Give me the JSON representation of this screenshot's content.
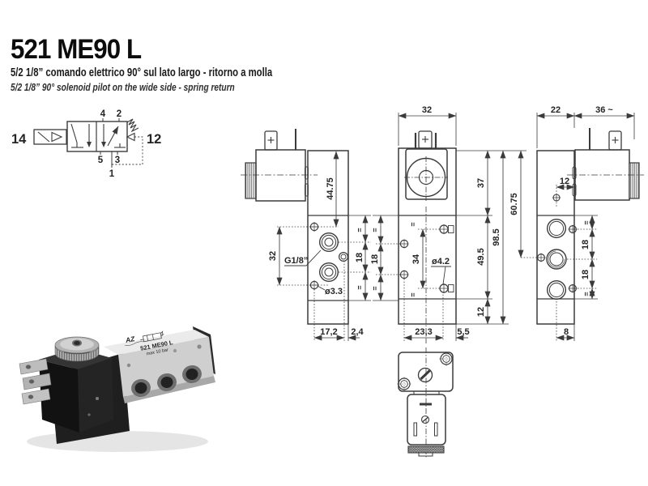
{
  "page": {
    "title": "521 ME90 L",
    "subtitle_it": "5/2 1/8” comando elettrico 90° sul lato largo - ritorno a molla",
    "subtitle_en": "5/2 1/8” 90° solenoid pilot on the wide side - spring return"
  },
  "symbol": {
    "pilot_left": "14",
    "pilot_right": "12",
    "port_top_1": "4",
    "port_top_2": "2",
    "port_bottom_1": "5",
    "port_bottom_2": "3",
    "port_supply": "1"
  },
  "left_view": {
    "dim_height_to_port": "44.75",
    "dim_screw_spacing": "32",
    "thread_label": "G1/8”",
    "hole_label": "ø3.3",
    "dim_bottom_1": "17,2",
    "dim_bottom_2": "2,4",
    "chain": [
      "=",
      "18",
      "="
    ],
    "chain2": [
      "=",
      "18",
      "="
    ]
  },
  "front_view": {
    "dim_width": "32",
    "dim_coil": "37",
    "dim_body": "49.5",
    "dim_base": "12",
    "dim_total": "98.5",
    "dim_to_port": "60.75",
    "dim_holes": "34",
    "hole_label": "ø4.2",
    "equal_top": "=",
    "equal_bottom": "=",
    "dim_bottom_1": "23,3",
    "dim_bottom_2": "5,5"
  },
  "right_view": {
    "dim_depth": "22",
    "dim_coil_length": "36 ~",
    "dim_pilot": "12",
    "dim_bottom": "8",
    "chain": [
      "=",
      "18",
      "18",
      "="
    ]
  },
  "photo": {
    "logo": "AZ",
    "label_model": "521 ME90 L",
    "label_rating": "max 10 bar"
  }
}
